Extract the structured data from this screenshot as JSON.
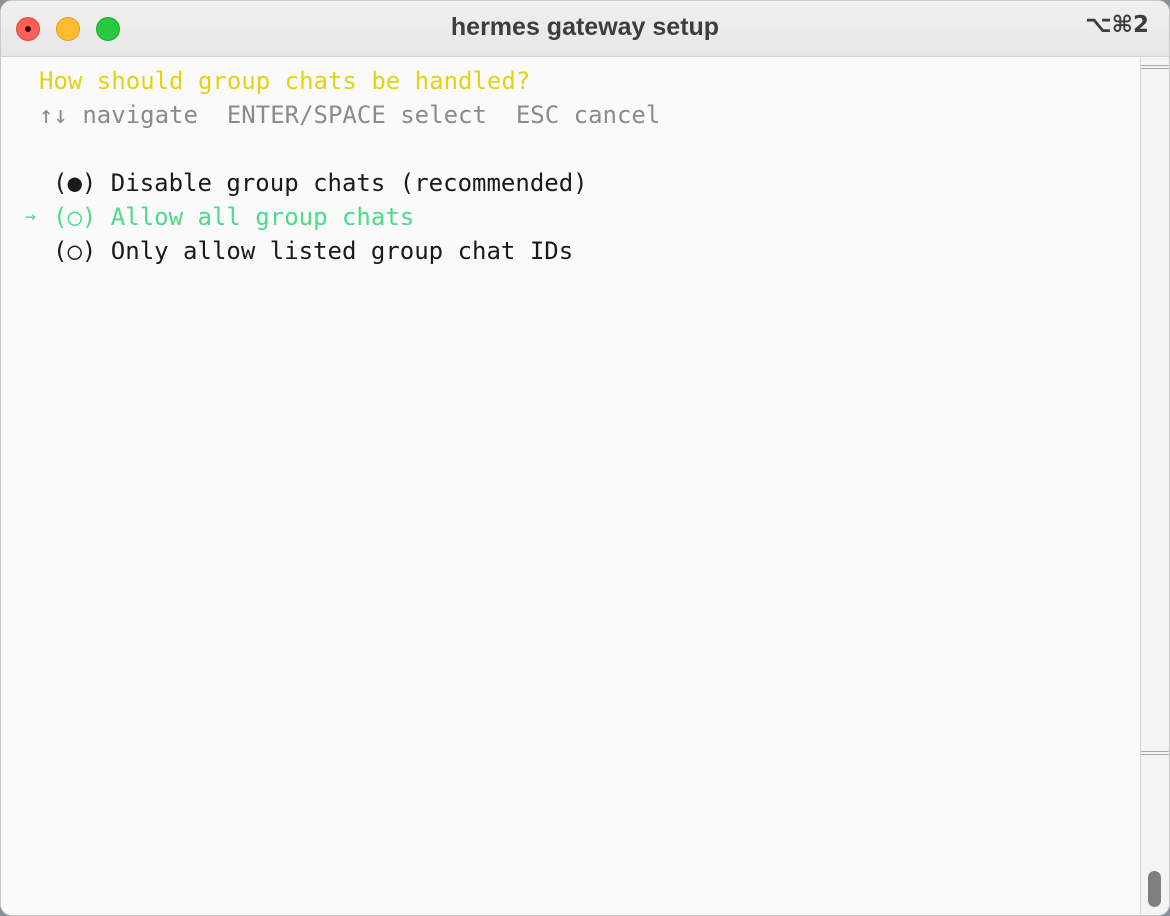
{
  "window": {
    "title": "hermes gateway setup",
    "shortcut": "⌥⌘2"
  },
  "terminal": {
    "question": "How should group chats be handled?",
    "hint": "↑↓ navigate  ENTER/SPACE select  ESC cancel",
    "cursor": "→",
    "options": [
      {
        "label": "(●) Disable group chats (recommended)",
        "selected": true,
        "highlighted": false
      },
      {
        "label": "(○) Allow all group chats",
        "selected": false,
        "highlighted": true
      },
      {
        "label": "(○) Only allow listed group chat IDs",
        "selected": false,
        "highlighted": false
      }
    ]
  },
  "colors": {
    "question": "#e3d315",
    "hint": "#8b8b8b",
    "highlight": "#4fd98a",
    "text": "#1a1a1a"
  }
}
